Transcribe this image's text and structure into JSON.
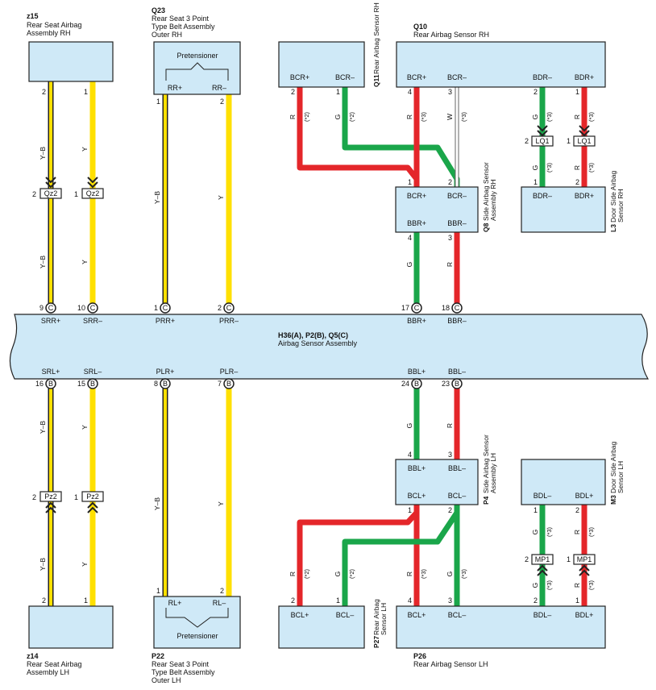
{
  "colors": {
    "red": "#e4262a",
    "green": "#1aa64a",
    "yellow": "#ffe000",
    "yellow_black_stripe": "#222222",
    "white_wire": "#9a9a9a",
    "component_fill": "#cfe9f7",
    "outline": "#222222"
  },
  "components": {
    "z15": {
      "id": "z15",
      "name1": "Rear Seat Airbag",
      "name2": "Assembly RH"
    },
    "q23": {
      "id": "Q23",
      "name1": "Rear Seat 3 Point",
      "name2": "Type Belt Assembly",
      "name3": "Outer RH",
      "inner": "Pretensioner",
      "pin_a": "RR+",
      "pin_b": "RR–"
    },
    "q11": {
      "id": "Q11",
      "name": "Rear Airbag Sensor RH",
      "pin_a": "BCR+",
      "pin_b": "BCR–"
    },
    "q10": {
      "id": "Q10",
      "name": "Rear Airbag Sensor RH",
      "pins": [
        "BCR+",
        "BCR–",
        "BDR–",
        "BDR+"
      ]
    },
    "q8": {
      "id": "Q8",
      "name": "Side Airbag Sensor",
      "name2": "Assembly RH",
      "pins": [
        "BCR+",
        "BCR–",
        "BBR+",
        "BBR–"
      ]
    },
    "l3": {
      "id": "L3",
      "name": "Door Side Airbag",
      "name2": "Sensor RH",
      "pins": [
        "BDR–",
        "BDR+"
      ]
    },
    "main": {
      "id": "H36(A), P2(B), Q5(C)",
      "name": "Airbag Sensor Assembly",
      "top_pins": [
        "SRR+",
        "SRR–",
        "PRR+",
        "PRR–",
        "BBR+",
        "BBR–"
      ],
      "bottom_pins": [
        "SRL+",
        "SRL–",
        "PLR+",
        "PLR–",
        "BBL+",
        "BBL–"
      ]
    },
    "p4": {
      "id": "P4",
      "name": "Side Airbag Sensor",
      "name2": "Assembly LH",
      "pins": [
        "BBL+",
        "BBL–",
        "BCL+",
        "BCL–"
      ]
    },
    "m3": {
      "id": "M3",
      "name": "Door Side Airbag",
      "name2": "Sensor LH",
      "pins": [
        "BDL–",
        "BDL+"
      ]
    },
    "z14": {
      "id": "z14",
      "name1": "Rear Seat Airbag",
      "name2": "Assembly LH"
    },
    "p22": {
      "id": "P22",
      "name1": "Rear Seat 3 Point",
      "name2": "Type Belt Assembly",
      "name3": "Outer LH",
      "inner": "Pretensioner",
      "pin_a": "RL+",
      "pin_b": "RL–"
    },
    "p27": {
      "id": "P27",
      "name": "Rear Airbag",
      "name2": "Sensor LH",
      "pin_a": "BCL+",
      "pin_b": "BCL–"
    },
    "p26": {
      "id": "P26",
      "name": "Rear Airbag Sensor LH",
      "pins": [
        "BCL+",
        "BCL–",
        "BDL–",
        "BDL+"
      ]
    }
  },
  "connectors": {
    "qz2": "Qz2",
    "pz2": "Pz2",
    "lq1": "LQ1",
    "mp1": "MP1"
  },
  "pin_numbers": {
    "top_main": [
      "9",
      "10",
      "1",
      "2",
      "17",
      "18"
    ],
    "top_main_letter": "C",
    "bottom_main": [
      "16",
      "15",
      "8",
      "7",
      "24",
      "23"
    ],
    "bottom_main_letter": "B",
    "z15": [
      "2",
      "1"
    ],
    "qz2": [
      "2",
      "1"
    ],
    "q23": [
      "1",
      "2"
    ],
    "q11": [
      "2",
      "1"
    ],
    "q10": [
      "4",
      "3",
      "2",
      "1"
    ],
    "lq1": [
      "2",
      "1"
    ],
    "q8_top": [
      "1",
      "2"
    ],
    "q8_bottom": [
      "4",
      "3"
    ],
    "l3": [
      "1",
      "2"
    ],
    "p4_top": [
      "4",
      "3"
    ],
    "p4_bottom": [
      "1",
      "2"
    ],
    "m3": [
      "1",
      "2"
    ],
    "pz2": [
      "2",
      "1"
    ],
    "z14": [
      "2",
      "1"
    ],
    "p22": [
      "1",
      "2"
    ],
    "p27": [
      "2",
      "1"
    ],
    "p26": [
      "4",
      "3",
      "2",
      "1"
    ],
    "mp1": [
      "2",
      "1"
    ]
  },
  "wire_labels": {
    "yb": "Y–B",
    "y": "Y",
    "r": "R",
    "g": "G",
    "w": "W",
    "note2": "(*2)",
    "note3": "(*3)"
  }
}
